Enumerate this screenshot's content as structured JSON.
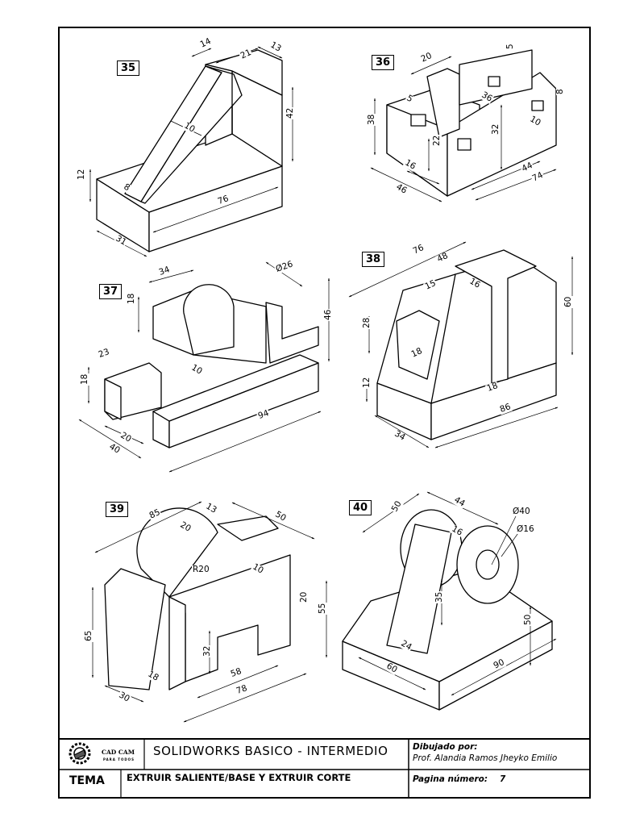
{
  "figures": [
    {
      "number": "35",
      "dimensions": [
        "14",
        "21",
        "13",
        "10",
        "42",
        "12",
        "8",
        "76",
        "31"
      ]
    },
    {
      "number": "36",
      "dimensions": [
        "20",
        "5",
        "5",
        "36",
        "8",
        "10",
        "38",
        "22",
        "32",
        "16",
        "44",
        "74",
        "46"
      ]
    },
    {
      "number": "37",
      "dimensions": [
        "34",
        "Ø26",
        "18",
        "46",
        "23",
        "10",
        "18",
        "94",
        "20",
        "40"
      ]
    },
    {
      "number": "38",
      "dimensions": [
        "76",
        "48",
        "15",
        "16",
        "60",
        "28",
        "18",
        "12",
        "18",
        "86",
        "34"
      ]
    },
    {
      "number": "39",
      "dimensions": [
        "85",
        "13",
        "50",
        "20",
        "R20",
        "10",
        "20",
        "55",
        "65",
        "32",
        "58",
        "18",
        "78",
        "30"
      ]
    },
    {
      "number": "40",
      "dimensions": [
        "44",
        "50",
        "Ø40",
        "16",
        "Ø16",
        "35",
        "50",
        "24",
        "60",
        "90"
      ]
    }
  ],
  "title_block": {
    "logo_text": "CAD CAM",
    "logo_subtext": "PARA TODOS",
    "course_title": "SOLIDWORKS BASICO - INTERMEDIO",
    "drawn_by_label": "Dibujado por:",
    "drawn_by_name": "Prof. Alandia Ramos Jheyko Emilio",
    "tema_label": "TEMA",
    "topic": "EXTRUIR SALIENTE/BASE Y EXTRUIR CORTE",
    "page_label": "Pagina número:",
    "page_number": "7"
  }
}
